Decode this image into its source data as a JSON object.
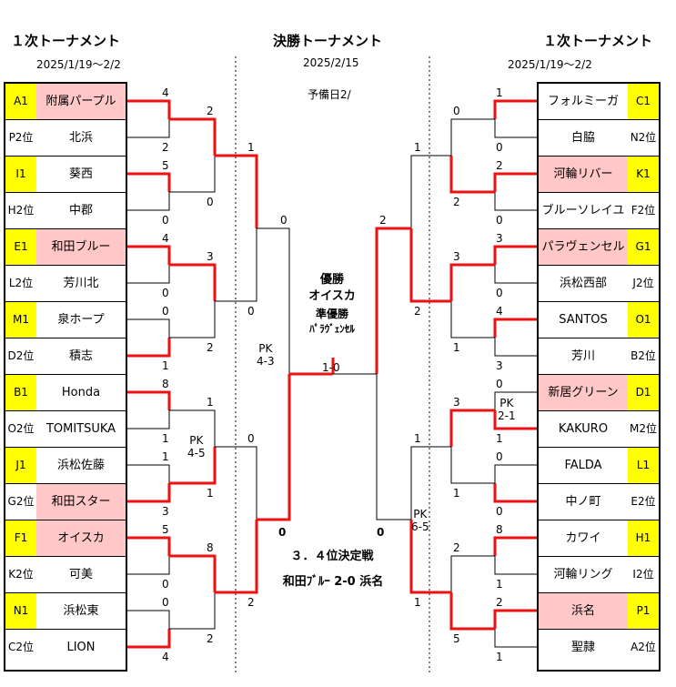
{
  "header": {
    "left_title": "１次トーナメント",
    "left_dates": "2025/1/19～2/2",
    "center_title": "決勝トーナメント",
    "center_date": "2025/2/15",
    "center_note": "予備日2/",
    "right_title": "１次トーナメント",
    "right_dates": "2025/1/19～2/2"
  },
  "left_teams": [
    {
      "seed": "A1",
      "name": "附属パープル",
      "yellow": true,
      "pink": true
    },
    {
      "seed": "P2位",
      "name": "北浜",
      "yellow": false,
      "pink": false
    },
    {
      "seed": "I1",
      "name": "葵西",
      "yellow": true,
      "pink": false
    },
    {
      "seed": "H2位",
      "name": "中郡",
      "yellow": false,
      "pink": false
    },
    {
      "seed": "E1",
      "name": "和田ブルー",
      "yellow": true,
      "pink": true
    },
    {
      "seed": "L2位",
      "name": "芳川北",
      "yellow": false,
      "pink": false
    },
    {
      "seed": "M1",
      "name": "泉ホープ",
      "yellow": true,
      "pink": false
    },
    {
      "seed": "D2位",
      "name": "積志",
      "yellow": false,
      "pink": false
    },
    {
      "seed": "B1",
      "name": "Honda",
      "yellow": true,
      "pink": false
    },
    {
      "seed": "O2位",
      "name": "TOMITSUKA",
      "yellow": false,
      "pink": false
    },
    {
      "seed": "J1",
      "name": "浜松佐藤",
      "yellow": true,
      "pink": false
    },
    {
      "seed": "G2位",
      "name": "和田スター",
      "yellow": false,
      "pink": true
    },
    {
      "seed": "F1",
      "name": "オイスカ",
      "yellow": true,
      "pink": true
    },
    {
      "seed": "K2位",
      "name": "可美",
      "yellow": false,
      "pink": false
    },
    {
      "seed": "N1",
      "name": "浜松東",
      "yellow": true,
      "pink": false
    },
    {
      "seed": "C2位",
      "name": "LION",
      "yellow": false,
      "pink": false
    }
  ],
  "right_teams": [
    {
      "seed": "C1",
      "name": "フォルミーガ",
      "yellow": true,
      "pink": false
    },
    {
      "seed": "N2位",
      "name": "白脇",
      "yellow": false,
      "pink": false
    },
    {
      "seed": "K1",
      "name": "河輪リバー",
      "yellow": true,
      "pink": true
    },
    {
      "seed": "F2位",
      "name": "ブルーソレイユ",
      "yellow": false,
      "pink": false
    },
    {
      "seed": "G1",
      "name": "パラヴェンセル",
      "yellow": true,
      "pink": true
    },
    {
      "seed": "J2位",
      "name": "浜松西部",
      "yellow": false,
      "pink": false
    },
    {
      "seed": "O1",
      "name": "SANTOS",
      "yellow": true,
      "pink": false
    },
    {
      "seed": "B2位",
      "name": "芳川",
      "yellow": false,
      "pink": false
    },
    {
      "seed": "D1",
      "name": "新居グリーン",
      "yellow": true,
      "pink": true
    },
    {
      "seed": "M2位",
      "name": "KAKURO",
      "yellow": false,
      "pink": false
    },
    {
      "seed": "L1",
      "name": "FALDA",
      "yellow": true,
      "pink": false
    },
    {
      "seed": "E2位",
      "name": "中ノ町",
      "yellow": false,
      "pink": false
    },
    {
      "seed": "H1",
      "name": "カワイ",
      "yellow": true,
      "pink": false
    },
    {
      "seed": "I2位",
      "name": "河輪リング",
      "yellow": false,
      "pink": false
    },
    {
      "seed": "P1",
      "name": "浜名",
      "yellow": true,
      "pink": true
    },
    {
      "seed": "A2位",
      "name": "聖隷",
      "yellow": false,
      "pink": false
    }
  ],
  "scores": {
    "left_r1": [
      "4",
      "2",
      "5",
      "0",
      "4",
      "0",
      "0",
      "1",
      "8",
      "1",
      "1",
      "3",
      "5",
      "0",
      "0",
      "4"
    ],
    "left_r2": [
      "2",
      "0",
      "3",
      "2",
      "1",
      "1",
      "8",
      "2"
    ],
    "left_r3": [
      "1",
      "0",
      "0",
      "2"
    ],
    "right_r1": [
      "1",
      "0",
      "2",
      "0",
      "3",
      "0",
      "4",
      "3",
      "0",
      "1",
      "0",
      "0",
      "8",
      "1",
      "2",
      "1"
    ],
    "right_r2": [
      "0",
      "2",
      "3",
      "1",
      "3",
      "1",
      "2",
      "5"
    ],
    "right_r3": [
      "1",
      "2",
      "1",
      "1"
    ],
    "semi": [
      "0",
      "2",
      "0",
      "0"
    ]
  },
  "notes": {
    "pk_left_r2": "PK\n4-5",
    "pk_left_r3": "PK\n4-3",
    "pk_right_r1": "PK\n2-1",
    "pk_right_r3": "PK\n6-5",
    "final_score": "1-0"
  },
  "champion": {
    "winner_label": "優勝",
    "winner_name": "オイスカ",
    "runner_label": "準優勝",
    "runner_name": "ﾊﾟﾗｳﾞｪﾝｾﾙ"
  },
  "third_place": {
    "title": "３．４位決定戦",
    "result": "和田ﾌﾞﾙｰ 2-0 浜名"
  },
  "colors": {
    "win_line": "#ee1111",
    "line": "#000000",
    "seed_yellow": "#ffff00",
    "team_pink": "#ffc7c7"
  }
}
